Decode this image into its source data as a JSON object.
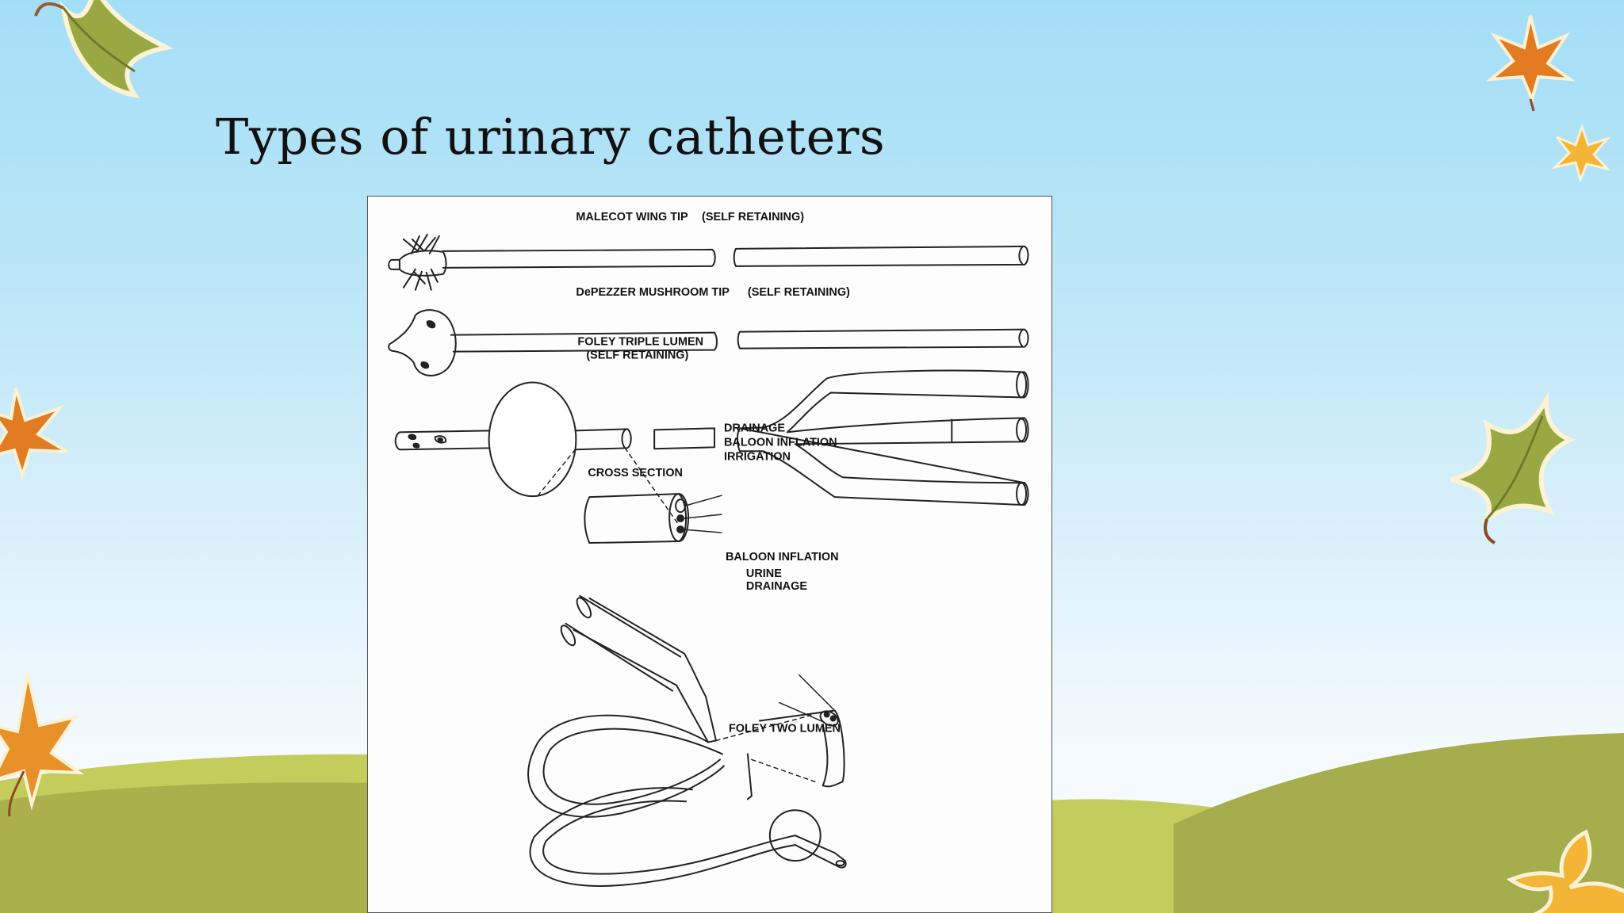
{
  "slide": {
    "title": "Types of urinary catheters"
  },
  "figure": {
    "malecot": {
      "name": "MALECOT WING TIP",
      "note": "(SELF RETAINING)"
    },
    "depezzer": {
      "name": "DePEZZER MUSHROOM TIP",
      "note": "(SELF RETAINING)"
    },
    "foley_triple": {
      "name": "FOLEY TRIPLE LUMEN",
      "note": "(SELF RETAINING)",
      "drainage": "DRAINAGE",
      "baloon_inflation": "BALOON INFLATION",
      "irrigation": "IRRIGATION",
      "cross_section": "CROSS SECTION"
    },
    "foley_two": {
      "baloon_inflation": "BALOON INFLATION",
      "urine": "URINE",
      "drainage": "DRAINAGE",
      "name": "FOLEY TWO LUMEN"
    }
  },
  "colors": {
    "sky_top": "#a3def7",
    "sky_bottom": "#f4fafd",
    "hill_dark": "#a6ad4c",
    "hill_light": "#c3cd5e",
    "leaf_green": "#9aa843",
    "leaf_orange": "#e27b22",
    "leaf_yellow": "#f4b537"
  }
}
